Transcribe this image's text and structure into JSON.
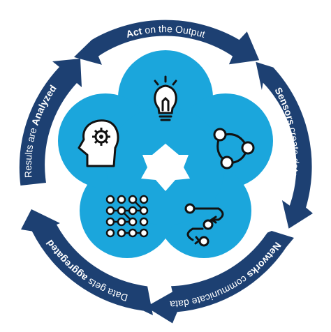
{
  "colors": {
    "navy": "#1d4072",
    "cyan": "#1ba6dc",
    "white": "#ffffff",
    "icon": "#111111"
  },
  "cycle": [
    {
      "bold": "Act",
      "rest": " on the Output",
      "icon": "lightbulb-icon"
    },
    {
      "bold": "Sensors",
      "rest": " create data",
      "icon": "connected-nodes-icon"
    },
    {
      "bold": "Networks",
      "rest": " communicate data",
      "icon": "network-path-icon"
    },
    {
      "pre": "Data gets ",
      "bold": "aggregated",
      "rest": "",
      "icon": "dot-grid-icon"
    },
    {
      "pre": "Results are ",
      "bold": "Analyzed",
      "rest": "",
      "icon": "head-gear-icon"
    }
  ]
}
